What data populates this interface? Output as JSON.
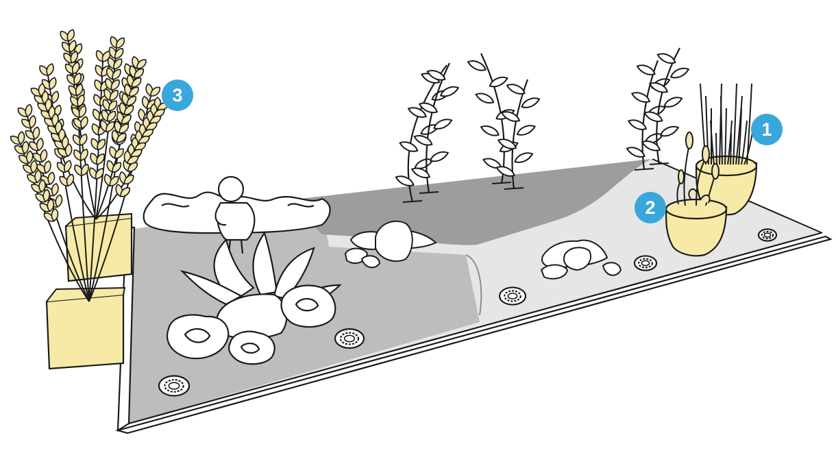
{
  "colors": {
    "badge": "#3aa7dc",
    "pot": "#f6eaa6",
    "plant_fill": "#f2e6b1",
    "bed_light": "#e6e6e6",
    "bed_mid": "#bdbdbd",
    "bed_dark": "#9d9d9d",
    "outline": "#1a1a1a"
  },
  "icons": [
    "tall-grass-plant",
    "flowering-plant",
    "wheat-grass-plant",
    "light-spot",
    "rock",
    "succulent",
    "climbing-vine"
  ],
  "markers": [
    {
      "id": "marker-1",
      "label": "1"
    },
    {
      "id": "marker-2",
      "label": "2"
    },
    {
      "id": "marker-3",
      "label": "3"
    }
  ]
}
